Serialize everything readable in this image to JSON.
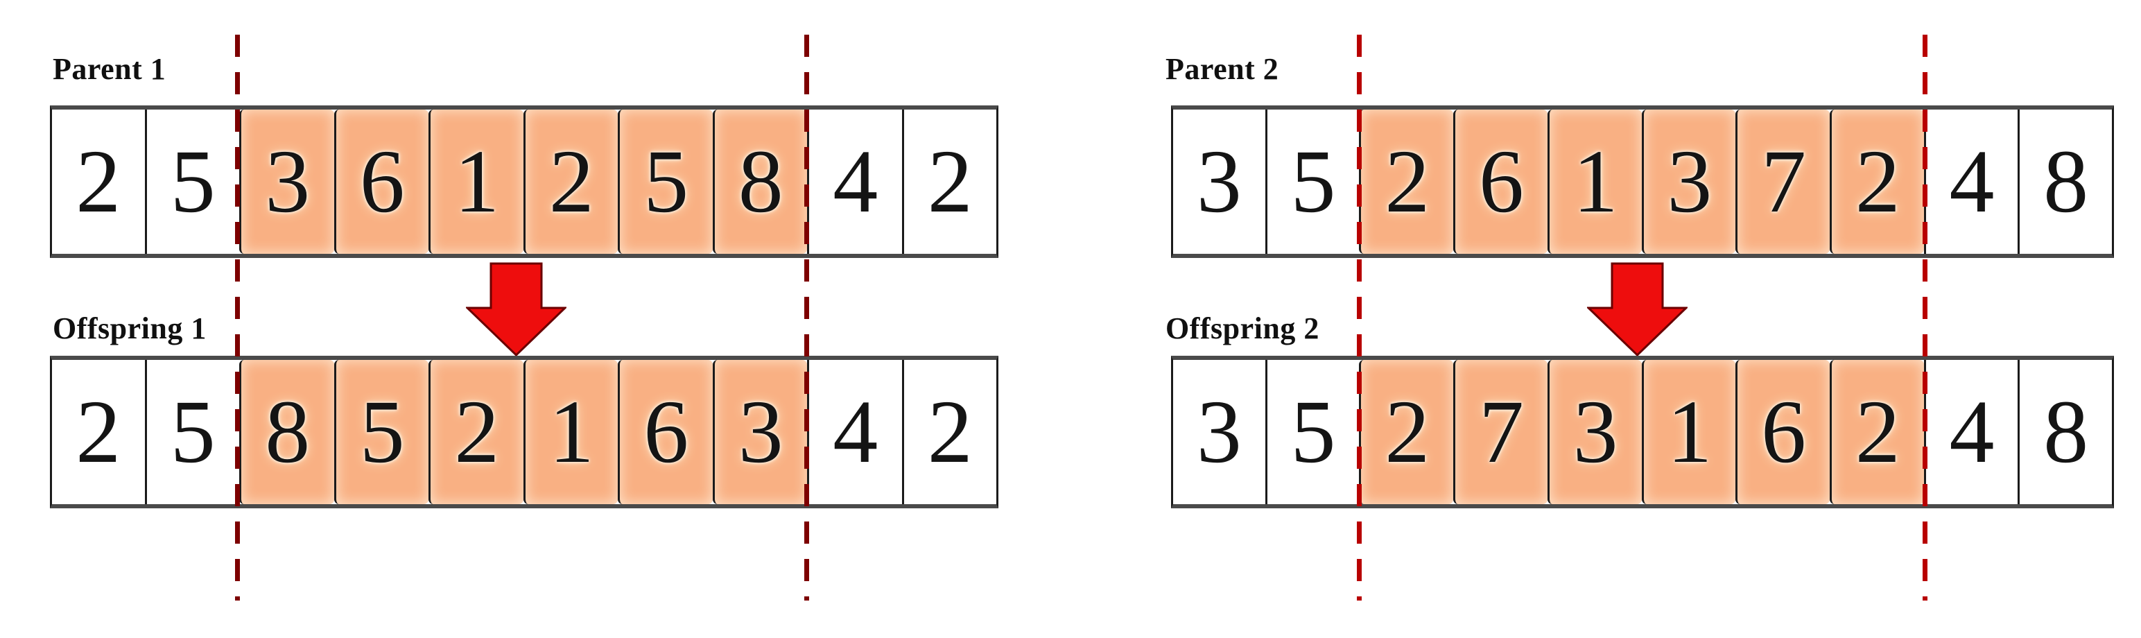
{
  "figure": {
    "description": "Two-point order crossover of two parent chromosomes producing two offspring",
    "panels": 2,
    "genes_per_chromosome": 10
  },
  "diagrams": [
    {
      "parent_label": "Parent 1",
      "offspring_label": "Offspring 1",
      "parent_values": [
        "2",
        "5",
        "3",
        "6",
        "1",
        "2",
        "5",
        "8",
        "4",
        "2"
      ],
      "offspring_values": [
        "2",
        "5",
        "8",
        "5",
        "2",
        "1",
        "6",
        "3",
        "4",
        "2"
      ],
      "highlighted_indices": [
        2,
        3,
        4,
        5,
        6,
        7
      ]
    },
    {
      "parent_label": "Parent 2",
      "offspring_label": "Offspring 2",
      "parent_values": [
        "3",
        "5",
        "2",
        "6",
        "1",
        "3",
        "7",
        "2",
        "4",
        "8"
      ],
      "offspring_values": [
        "3",
        "5",
        "2",
        "7",
        "3",
        "1",
        "6",
        "2",
        "4",
        "8"
      ],
      "highlighted_indices": [
        2,
        3,
        4,
        5,
        6,
        7
      ]
    }
  ],
  "icons": {
    "crossover_arrow": "block-arrow-down-icon",
    "cut_line": "vertical-dashed-line"
  },
  "colors": {
    "highlight": "#f9b083",
    "arrow": "#ee0d0d",
    "arrow_outline": "#6b0000",
    "dash_left": "#7d0000",
    "dash_right": "#b80000",
    "border_dark": "#1b1b1b",
    "border_gray": "#4a4a4a",
    "text": "#141414"
  }
}
